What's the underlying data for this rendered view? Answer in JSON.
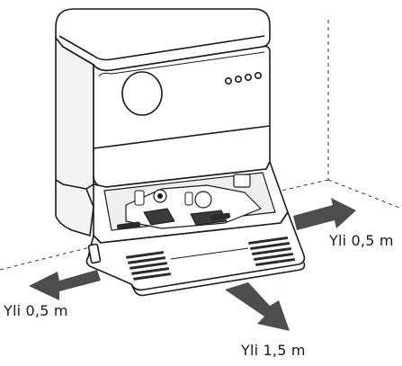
{
  "clearance_labels": {
    "right": "Yli 0,5 m",
    "left": "Yli 0,5 m",
    "front": "Yli 1,5 m"
  },
  "colors": {
    "line": "#1a1a1a",
    "arrow": "#4d4d4d",
    "body": "#ffffff",
    "shade": "#e9e9e9"
  },
  "icons": {
    "station": "robot-vacuum-docking-station",
    "arrow": "clearance-arrow"
  }
}
